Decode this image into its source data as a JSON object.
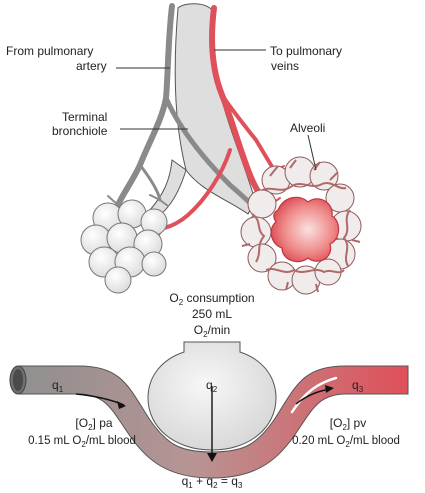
{
  "labels": {
    "from_artery_line1": "From pulmonary",
    "from_artery_line2": "artery",
    "to_veins_line1": "To pulmonary",
    "to_veins_line2": "veins",
    "terminal_line1": "Terminal",
    "terminal_line2": "bronchiole",
    "alveoli": "Alveoli"
  },
  "consumption": {
    "o2_prefix": "O",
    "o2_sub": "2",
    "title_rest": " consumption",
    "amount": "250 mL",
    "rate_prefix": "O",
    "rate_sub": "2",
    "rate_rest": "/min"
  },
  "flow": {
    "q1_base": "q",
    "q1_sub": "1",
    "q2_base": "q",
    "q2_sub": "2",
    "q3_base": "q",
    "q3_sub": "3",
    "equation": {
      "q1": "q",
      "s1": "1",
      "plus": " + ",
      "q2": "q",
      "s2": "2",
      "eq": " = ",
      "q3": "q",
      "s3": "3"
    }
  },
  "arterial": {
    "label_open": "[O",
    "label_sub": "2",
    "label_close": "] pa",
    "value_prefix": "0.15 mL O",
    "value_sub": "2",
    "value_rest": "/mL blood"
  },
  "venous": {
    "label_open": "[O",
    "label_sub": "2",
    "label_close": "] pv",
    "value_prefix": "0.20 mL O",
    "value_sub": "2",
    "value_rest": "/mL blood"
  },
  "colors": {
    "artery_gray": "#8a8a8a",
    "vein_red": "#e0505a",
    "airway_gray": "#dcdcdc",
    "alveoli_white": "#f4f4f4",
    "capillary_pink": "#c98a8a"
  }
}
